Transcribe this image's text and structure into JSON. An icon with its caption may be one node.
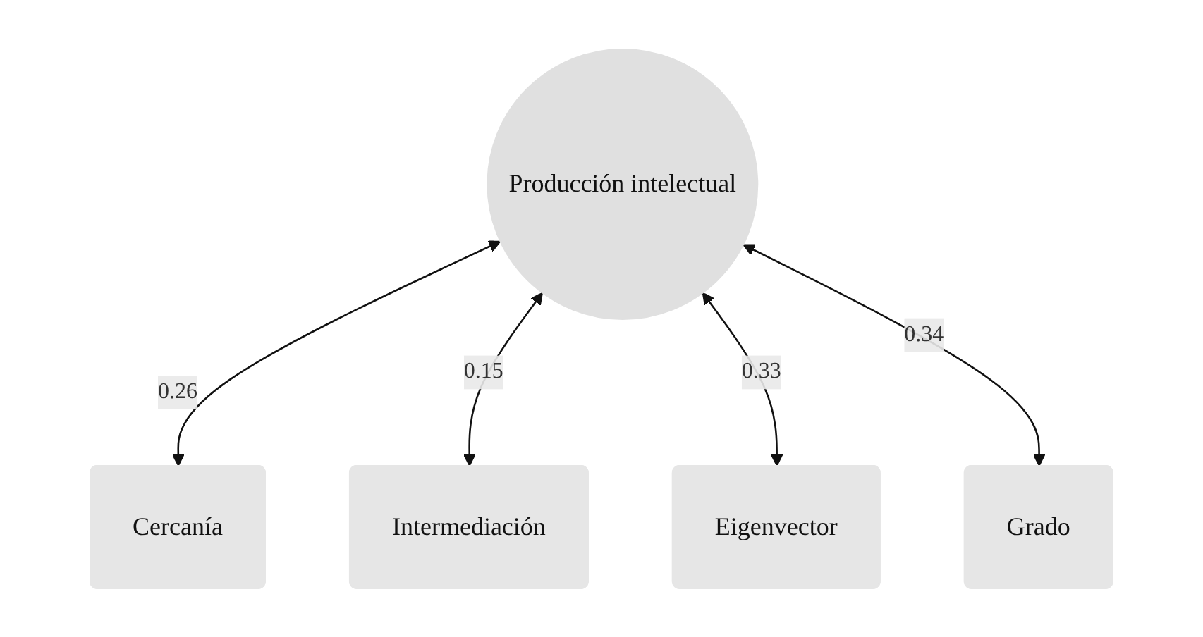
{
  "diagram": {
    "nodes": [
      {
        "text": [
          "Cercanía"
        ]
      },
      {
        "text": [
          "Intermediación"
        ]
      },
      {
        "text": [
          "Eigenvector"
        ]
      },
      {
        "text": [
          "Producción intelectual"
        ]
      },
      {
        "text": [
          "Grado"
        ]
      }
    ],
    "edges": [
      {
        "from": 0,
        "to": 3,
        "arrow": "both",
        "label": "0.26"
      },
      {
        "from": 1,
        "to": 3,
        "arrow": "both",
        "label": "0.15"
      },
      {
        "from": 2,
        "to": 3,
        "arrow": "both",
        "label": "0.33"
      },
      {
        "from": 4,
        "to": 3,
        "arrow": "both",
        "label": "0.34"
      }
    ]
  }
}
